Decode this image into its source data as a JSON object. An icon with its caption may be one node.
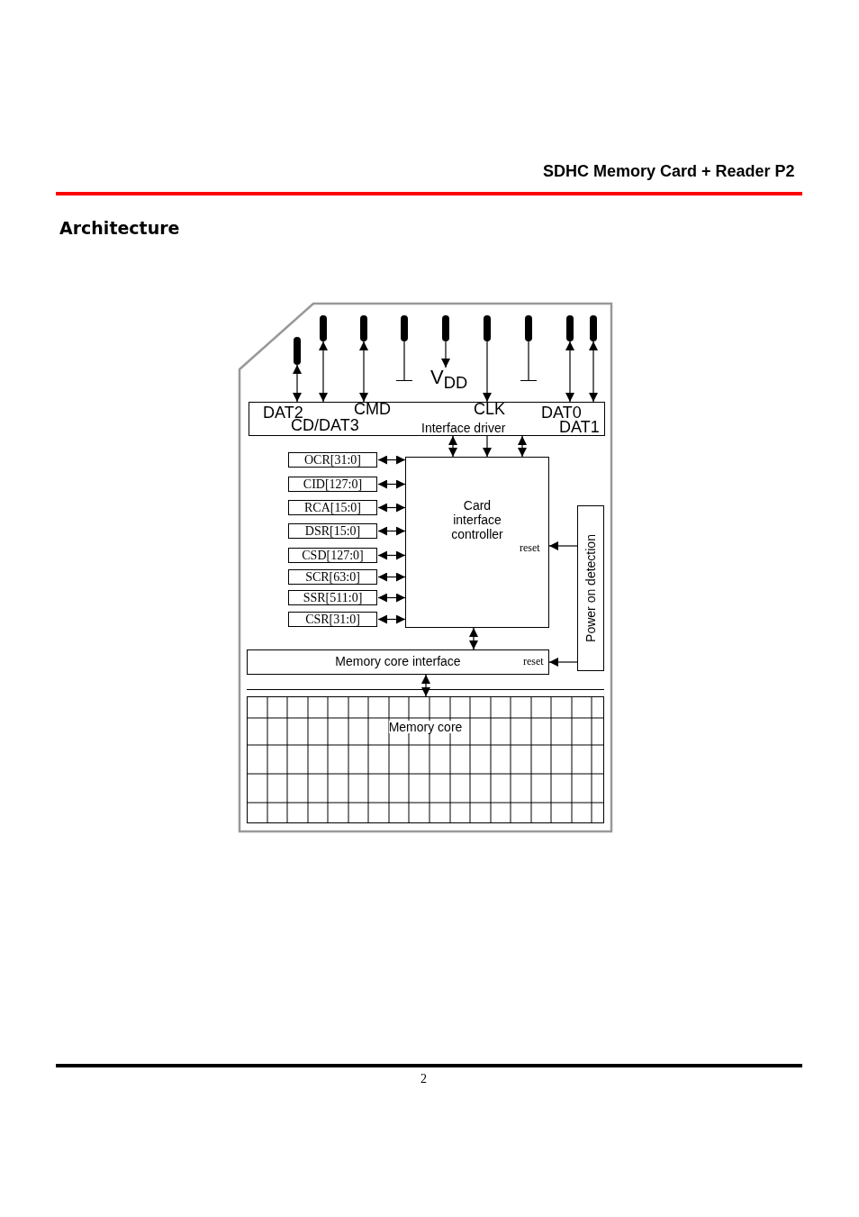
{
  "diagram": {
    "title": "Architecture",
    "nodes": [
      {
        "text": [],
        "shape": "box"
      },
      {
        "text": [],
        "shape": "bar",
        "in": 0
      },
      {
        "text": [],
        "shape": "bar",
        "in": 0
      },
      {
        "text": [],
        "shape": "bar",
        "in": 0
      },
      {
        "text": [],
        "shape": "bar",
        "in": 0
      },
      {
        "text": [],
        "shape": "bar",
        "in": 0
      },
      {
        "text": [],
        "shape": "bar",
        "in": 0
      },
      {
        "text": [],
        "shape": "bar",
        "in": 0
      },
      {
        "text": [],
        "shape": "bar",
        "in": 0
      },
      {
        "text": [],
        "shape": "bar",
        "in": 0
      },
      {
        "text": [
          "V$_{DD}$"
        ],
        "in": 0
      },
      {
        "text": [
          "DAT2",
          "CMD",
          "CLK",
          "DAT0",
          "CD/DAT3",
          "Interface driver",
          "DAT1"
        ],
        "in": 0
      },
      {
        "text": [
          "OCR[31:0]"
        ],
        "in": 0
      },
      {
        "text": [
          "CID[127:0]"
        ],
        "in": 0
      },
      {
        "text": [
          "RCA[15:0]"
        ],
        "in": 0
      },
      {
        "text": [
          "DSR[15:0]"
        ],
        "in": 0
      },
      {
        "text": [
          "CSD[127:0]"
        ],
        "in": 0
      },
      {
        "text": [
          "SCR[63:0]"
        ],
        "in": 0
      },
      {
        "text": [
          "SSR[511:0]"
        ],
        "in": 0
      },
      {
        "text": [
          "CSR[31:0]"
        ],
        "in": 0
      },
      {
        "text": [
          "Card interface controller",
          "reset"
        ],
        "in": 0
      },
      {
        "text": [
          "Power on detection"
        ],
        "in": 0
      },
      {
        "text": [
          "Memory core interface",
          "reset"
        ],
        "in": 0
      },
      {
        "text": [
          "Memory core"
        ],
        "in": 0
      },
      {
        "text": [],
        "shape": "ground",
        "in": 0
      },
      {
        "text": [],
        "shape": "ground",
        "in": 0
      }
    ],
    "edges": [
      {
        "from": 1,
        "to": 11,
        "arrow": "both"
      },
      {
        "from": 2,
        "to": 11,
        "arrow": "both"
      },
      {
        "from": 3,
        "to": 11,
        "arrow": "both"
      },
      {
        "from": 4,
        "to": 24,
        "arrow": "none"
      },
      {
        "from": 5,
        "to": 10,
        "arrow": "to"
      },
      {
        "from": 6,
        "to": 11,
        "arrow": "to"
      },
      {
        "from": 7,
        "to": 25,
        "arrow": "none"
      },
      {
        "from": 8,
        "to": 11,
        "arrow": "both"
      },
      {
        "from": 9,
        "to": 11,
        "arrow": "both"
      },
      {
        "from": 11,
        "to": 20,
        "arrow": "both"
      },
      {
        "from": 11,
        "to": 20,
        "arrow": "to"
      },
      {
        "from": 11,
        "to": 20,
        "arrow": "both"
      },
      {
        "from": 12,
        "to": 20,
        "arrow": "both"
      },
      {
        "from": 13,
        "to": 20,
        "arrow": "both"
      },
      {
        "from": 14,
        "to": 20,
        "arrow": "both"
      },
      {
        "from": 15,
        "to": 20,
        "arrow": "both"
      },
      {
        "from": 16,
        "to": 20,
        "arrow": "both"
      },
      {
        "from": 17,
        "to": 20,
        "arrow": "both"
      },
      {
        "from": 18,
        "to": 20,
        "arrow": "both"
      },
      {
        "from": 19,
        "to": 20,
        "arrow": "both"
      },
      {
        "from": 21,
        "to": 20,
        "arrow": "to"
      },
      {
        "from": 21,
        "to": 22,
        "arrow": "to"
      },
      {
        "from": 20,
        "to": 22,
        "arrow": "both"
      },
      {
        "from": 22,
        "to": 23,
        "arrow": "both"
      }
    ],
    "labels": [
      "SDHC Memory Card + Reader P2",
      "2"
    ]
  }
}
